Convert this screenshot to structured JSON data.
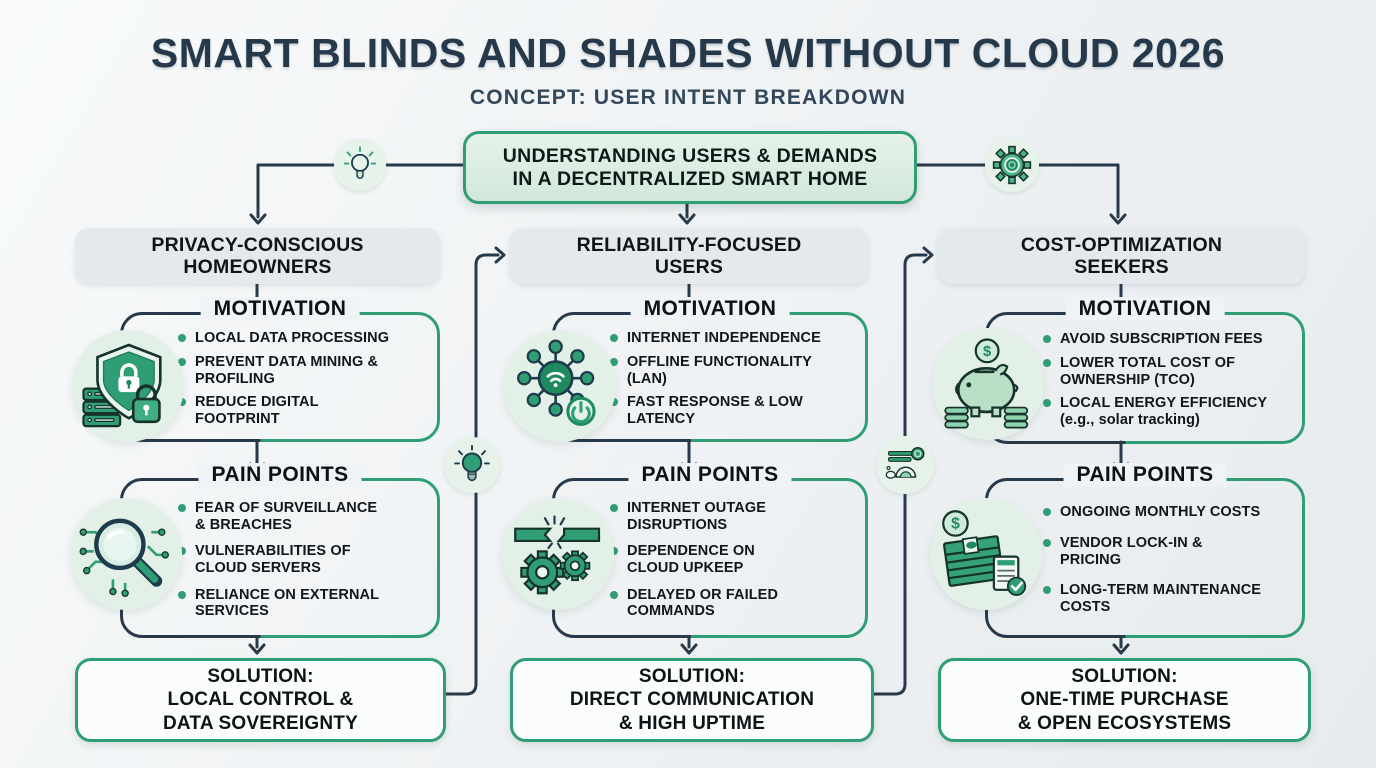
{
  "header": {
    "title": "SMART BLINDS AND SHADES WITHOUT CLOUD 2026",
    "subtitle": "CONCEPT: USER INTENT BREAKDOWN"
  },
  "root": {
    "lines": [
      "UNDERSTANDING USERS & DEMANDS",
      "IN A DECENTRALIZED SMART HOME"
    ]
  },
  "glyphs": {
    "dollar": "$"
  },
  "colors": {
    "accent_green": "#2f9e74",
    "navy": "#27394a",
    "light_green_fill": "#e3f0e8",
    "header_gray": "#e4e9ee"
  },
  "connector_icons": [
    "lightbulb-icon",
    "gear-icon",
    "lightbulb-icon",
    "smart-blind-savings-icon"
  ],
  "columns": [
    {
      "header": "PRIVACY-CONSCIOUS HOMEOWNERS",
      "motivation": {
        "title": "MOTIVATION",
        "icon": "shield-lock-icon",
        "items": [
          "LOCAL DATA PROCESSING",
          "PREVENT DATA MINING & PROFILING",
          "REDUCE DIGITAL FOOTPRINT"
        ]
      },
      "pain_points": {
        "title": "PAIN POINTS",
        "icon": "magnifier-circuit-icon",
        "items": [
          "FEAR OF SURVEILLANCE & BREACHES",
          "VULNERABILITIES OF CLOUD SERVERS",
          "RELIANCE ON EXTERNAL SERVICES"
        ]
      },
      "solution": {
        "lines": [
          "SOLUTION:",
          "LOCAL CONTROL &",
          "DATA SOVEREIGNTY"
        ]
      }
    },
    {
      "header": "RELIABILITY-FOCUSED USERS",
      "motivation": {
        "title": "MOTIVATION",
        "icon": "network-hub-icon",
        "items": [
          "INTERNET INDEPENDENCE",
          "OFFLINE FUNCTIONALITY (LAN)",
          "FAST RESPONSE & LOW LATENCY"
        ]
      },
      "pain_points": {
        "title": "PAIN POINTS",
        "icon": "broken-link-gears-icon",
        "items": [
          "INTERNET OUTAGE DISRUPTIONS",
          "DEPENDENCE ON CLOUD UPKEEP",
          "DELAYED OR FAILED COMMANDS"
        ]
      },
      "solution": {
        "lines": [
          "SOLUTION:",
          "DIRECT COMMUNICATION",
          "& HIGH UPTIME"
        ]
      }
    },
    {
      "header": "COST-OPTIMIZATION SEEKERS",
      "motivation": {
        "title": "MOTIVATION",
        "icon": "piggy-bank-icon",
        "items": [
          "AVOID SUBSCRIPTION FEES",
          "LOWER TOTAL COST OF OWNERSHIP (TCO)",
          "LOCAL ENERGY EFFICIENCY (e.g., solar tracking)"
        ]
      },
      "pain_points": {
        "title": "PAIN POINTS",
        "icon": "money-stack-icon",
        "items": [
          "ONGOING MONTHLY COSTS",
          "VENDOR LOCK-IN & PRICING",
          "LONG-TERM MAINTENANCE COSTS"
        ]
      },
      "solution": {
        "lines": [
          "SOLUTION:",
          "ONE-TIME PURCHASE",
          "& OPEN ECOSYSTEMS"
        ]
      }
    }
  ]
}
